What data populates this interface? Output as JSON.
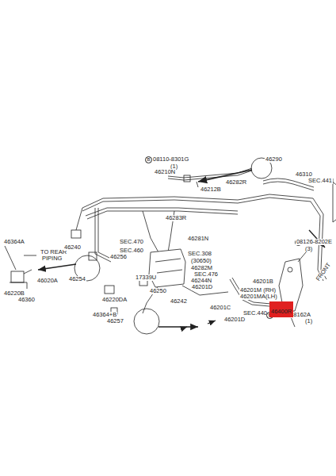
{
  "diagram": {
    "nodes": [
      {
        "text": [
          "46400R"
        ]
      }
    ],
    "labels": [
      "B",
      "08110-8301G",
      "(1)",
      "46210N",
      "46212B",
      "46290",
      "46310",
      "46282R",
      "SEC.441",
      "46283R",
      "46281N",
      "B",
      "08126-8202E",
      "(3)",
      "FRONT",
      "46364A",
      "TO REAR",
      "PIPING",
      "46240",
      "SEC.470",
      "SEC.460",
      "46256",
      "SEC.308",
      "(30650)",
      "46254",
      "17339U",
      "46282M",
      "SEC.476",
      "46244N",
      "46201D",
      "46020A",
      "46220B",
      "46360",
      "46220DA",
      "46250",
      "46201B",
      "46201M (RH)",
      "46201MA(LH)",
      "46242",
      "46201C",
      "46364+B",
      "46257",
      "SEC.440",
      "46201D",
      "B",
      "08070-8162A",
      "(1)"
    ]
  }
}
